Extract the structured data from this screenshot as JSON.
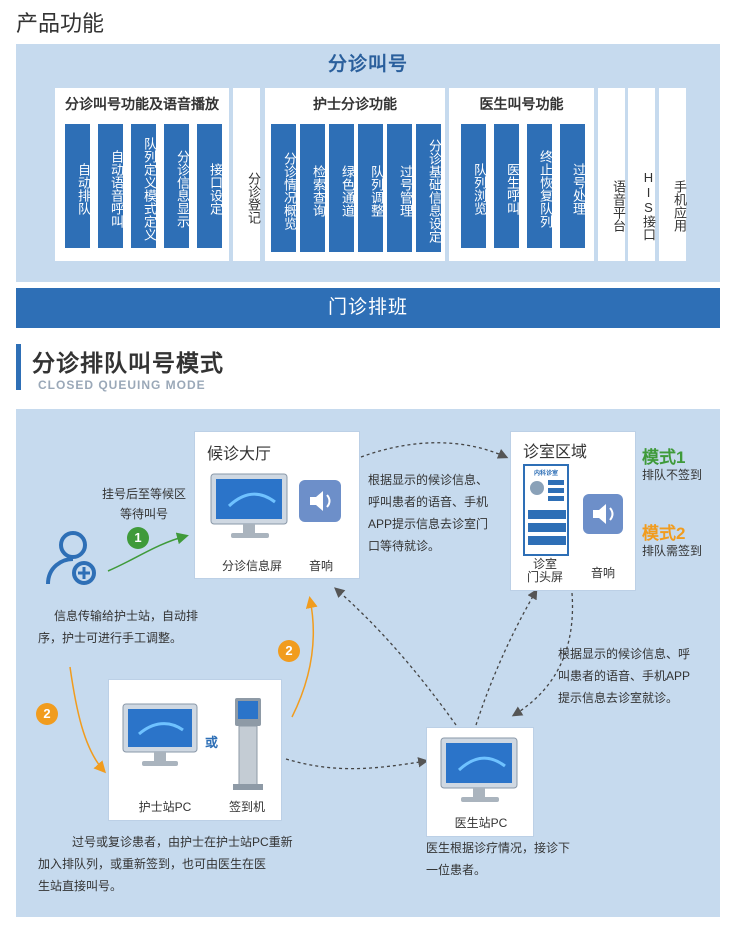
{
  "section1": {
    "title": "产品功能",
    "panel_title": "分诊叫号",
    "groups": [
      {
        "title": "分诊叫号功能及语音播放",
        "items": [
          "自动排队",
          "自动语音呼叫",
          "队列定义模式定义",
          "分诊信息显示",
          "接口设定"
        ]
      },
      {
        "title": "护士分诊功能",
        "items": [
          "分诊情况概览",
          "检索查询",
          "绿色通道",
          "队列调整",
          "过号管理",
          "分诊基础信息设定"
        ]
      },
      {
        "title": "医生叫号功能",
        "items": [
          "队列浏览",
          "医生呼叫",
          "终止恢复队列",
          "过号处理"
        ]
      }
    ],
    "standalone_items": [
      "分诊登记",
      "语音平台",
      "HIS接口",
      "手机应用"
    ],
    "schedule_bar": "门诊排班"
  },
  "section2": {
    "title": "分诊排队叫号模式",
    "subtitle": "CLOSED QUEUING MODE",
    "waiting_hall": {
      "title": "候诊大厅",
      "screen_label": "分诊信息屏",
      "speaker_label": "音响"
    },
    "clinic_area": {
      "title": "诊室区域",
      "screen_label_line1": "诊室",
      "screen_label_line2": "门头屏",
      "speaker_label": "音响",
      "door_screen_header": "内科诊室"
    },
    "nurse_station": {
      "pc_label": "护士站PC",
      "or_label": "或",
      "kiosk_label": "签到机"
    },
    "doctor_station": {
      "pc_label": "医生站PC"
    },
    "modes": [
      {
        "title": "模式1",
        "desc": "排队不签到",
        "color": "#3f9a3a"
      },
      {
        "title": "模式2",
        "desc": "排队需签到",
        "color": "#f19c1e"
      }
    ],
    "notes": {
      "register_line1": "挂号后至等候区",
      "register_line2": "等待叫号",
      "hall_to_clinic": [
        "根据显示的候诊信息、",
        "呼叫患者的语音、手机",
        "APP提示信息去诊室门",
        "口等待就诊。"
      ],
      "transfer": [
        "信息传输给护士站，自动排",
        "序，护士可进行手工调整。"
      ],
      "clinic_note": [
        "根据显示的候诊信息、呼",
        "叫患者的语音、手机APP",
        "提示信息去诊室就诊。"
      ],
      "nurse_note": [
        "过号或复诊患者，由护士在护士站PC重新",
        "加入排队列，或重新签到，也可由医生在医",
        "生站直接叫号。"
      ],
      "doctor_note": [
        "医生根据诊疗情况，接诊下",
        "一位患者。"
      ]
    },
    "badges": {
      "green": "1",
      "orange_a": "2",
      "orange_b": "2"
    },
    "colors": {
      "accent": "#2e6fb6",
      "panel_bg": "#c6daee",
      "mode1": "#3f9a3a",
      "mode2": "#f19c1e"
    }
  }
}
